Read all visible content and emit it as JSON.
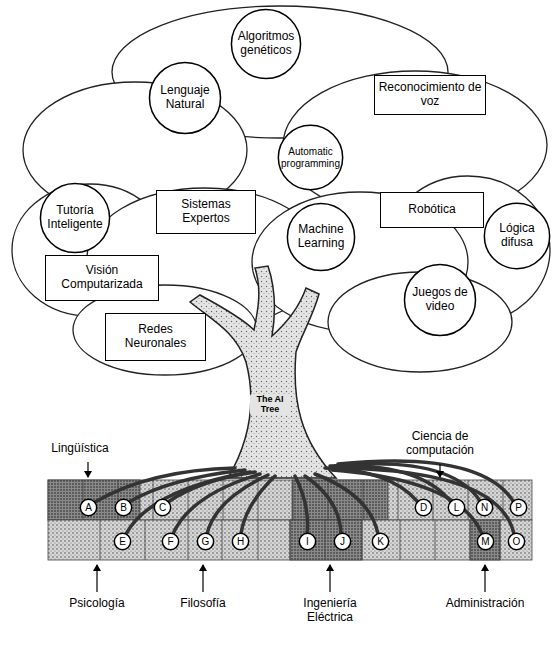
{
  "diagram": {
    "nodes": [
      {
        "text": [
          "Algoritmos genéticos"
        ]
      },
      {
        "text": [
          "Lenguaje Natural"
        ]
      },
      {
        "text": [
          "Reconocimiento de voz"
        ]
      },
      {
        "text": [
          "Automatic programming"
        ]
      },
      {
        "text": [
          "Tutoría Inteligente"
        ]
      },
      {
        "text": [
          "Sistemas Expertos"
        ]
      },
      {
        "text": [
          "Machine Learning"
        ]
      },
      {
        "text": [
          "Robótica"
        ]
      },
      {
        "text": [
          "Lógica difusa"
        ]
      },
      {
        "text": [
          "Visión Computarizada"
        ]
      },
      {
        "text": [
          "Juegos de video"
        ]
      },
      {
        "text": [
          "Redes Neuronales"
        ]
      },
      {
        "text": [
          "A"
        ]
      },
      {
        "text": [
          "B"
        ]
      },
      {
        "text": [
          "C"
        ]
      },
      {
        "text": [
          "D"
        ]
      },
      {
        "text": [
          "L"
        ]
      },
      {
        "text": [
          "N"
        ]
      },
      {
        "text": [
          "P"
        ]
      },
      {
        "text": [
          "E"
        ]
      },
      {
        "text": [
          "F"
        ]
      },
      {
        "text": [
          "G"
        ]
      },
      {
        "text": [
          "H"
        ]
      },
      {
        "text": [
          "I"
        ]
      },
      {
        "text": [
          "J"
        ]
      },
      {
        "text": [
          "K"
        ]
      },
      {
        "text": [
          "M"
        ]
      },
      {
        "text": [
          "O"
        ]
      }
    ],
    "labels": [
      "The AI Tree",
      "Lingüística",
      "Ciencia de computación",
      "Psicología",
      "Filosofía",
      "Ingeniería Eléctrica",
      "Administración"
    ]
  }
}
